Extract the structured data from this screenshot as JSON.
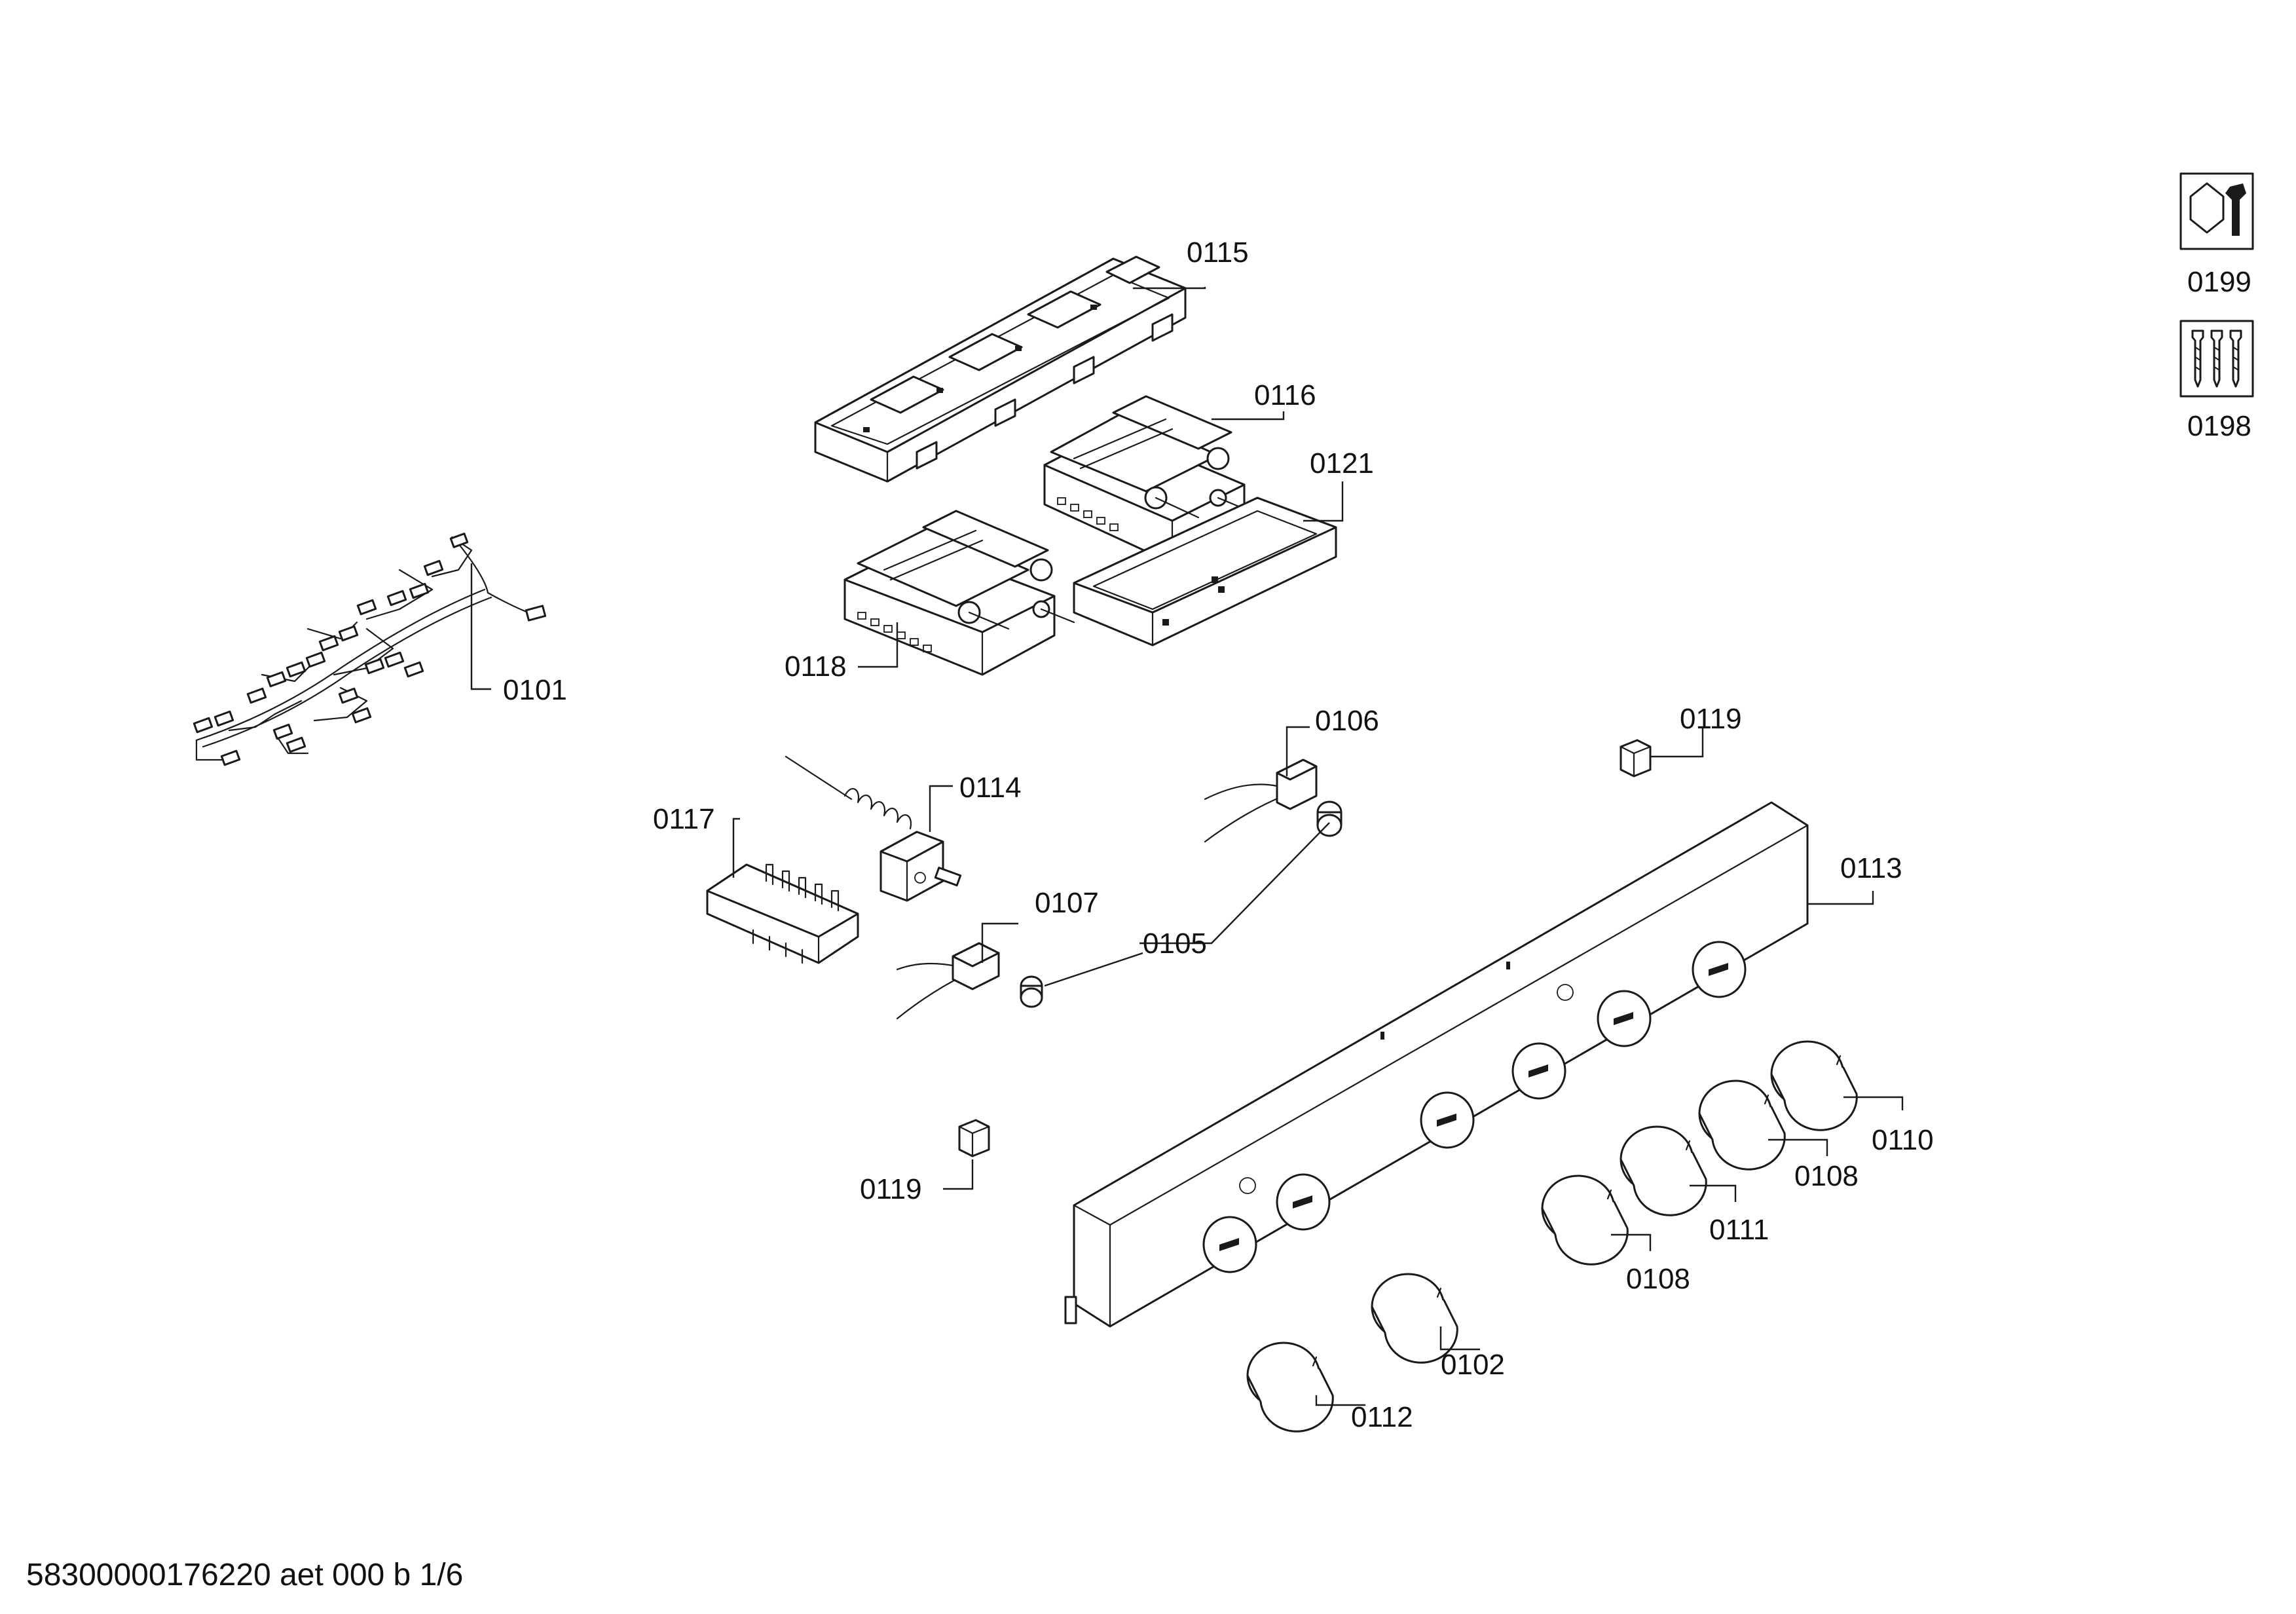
{
  "callouts": {
    "c0101": "0101",
    "c0102": "0102",
    "c0105": "0105",
    "c0106": "0106",
    "c0107": "0107",
    "c0108a": "0108",
    "c0108b": "0108",
    "c0110": "0110",
    "c0111": "0111",
    "c0112": "0112",
    "c0113": "0113",
    "c0114": "0114",
    "c0115": "0115",
    "c0116": "0116",
    "c0117": "0117",
    "c0118": "0118",
    "c0119a": "0119",
    "c0119b": "0119",
    "c0121": "0121",
    "c0198": "0198",
    "c0199": "0199"
  },
  "footer": {
    "document_id": "58300000176220 aet 000 b 1/6"
  },
  "icons": {
    "service_kit": "wrench-nut-icon",
    "fastener_kit": "screws-icon"
  }
}
